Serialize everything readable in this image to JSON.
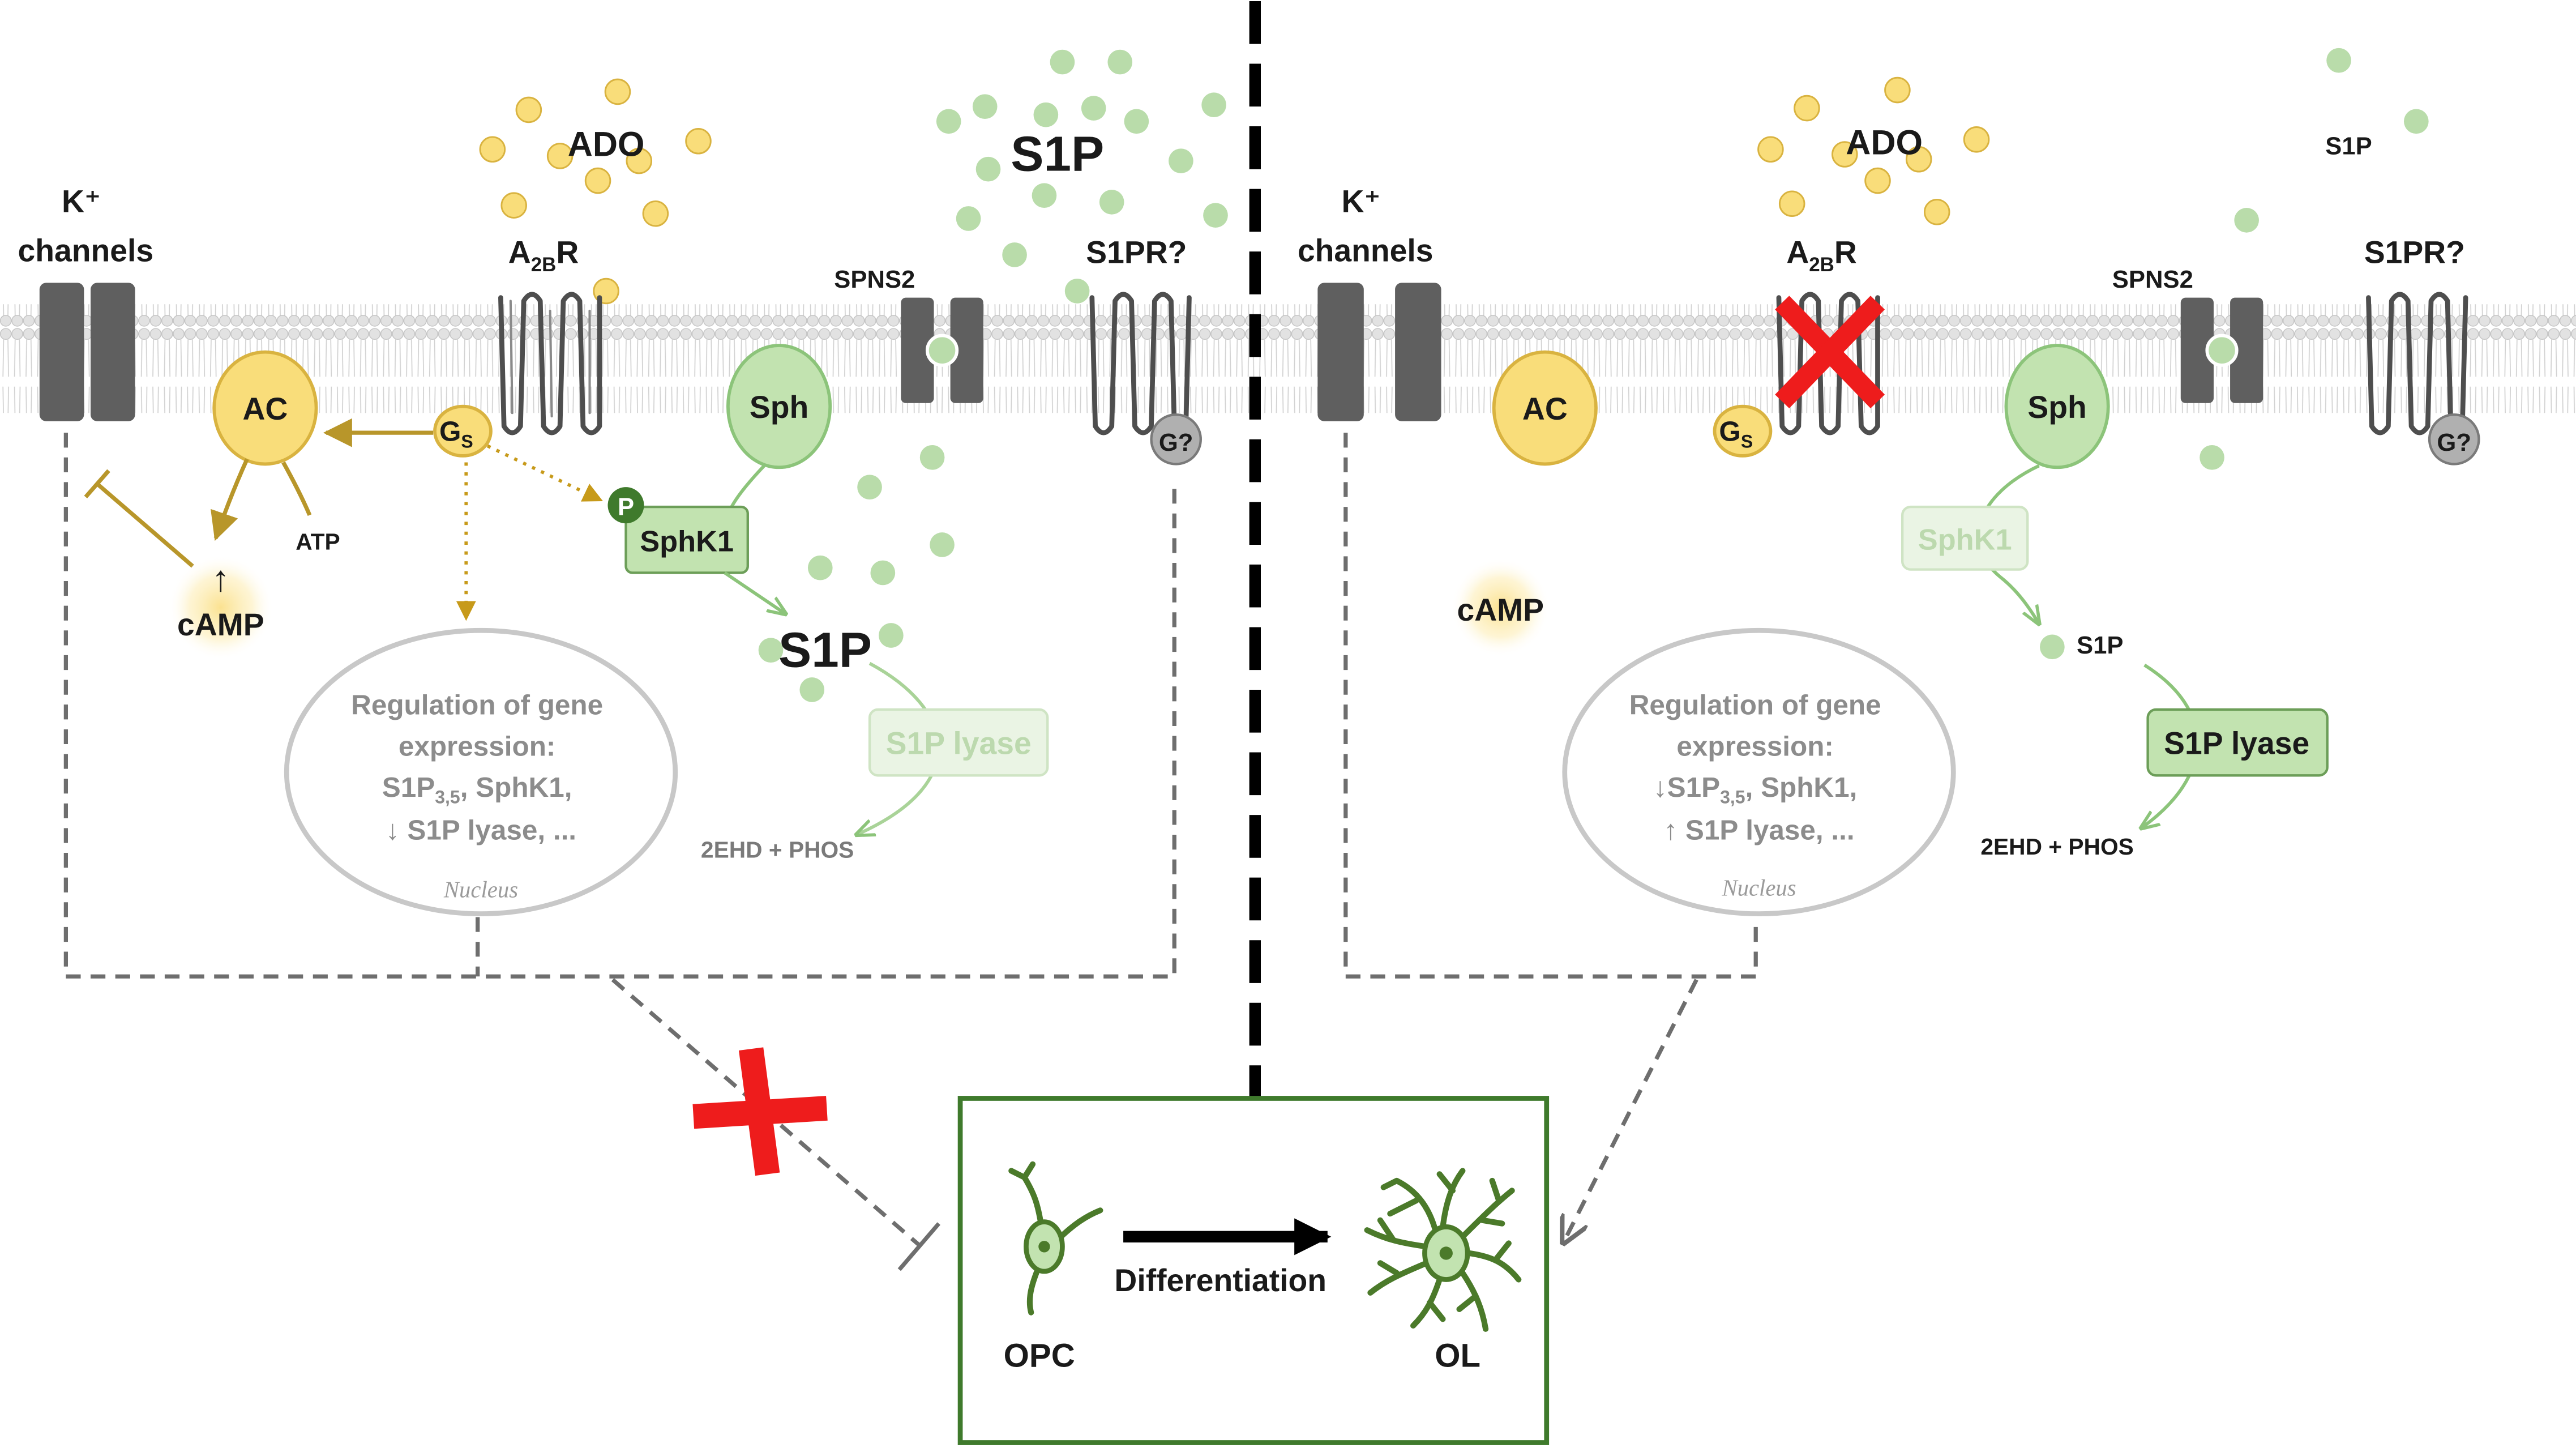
{
  "colors": {
    "ado": "#f9dd7a",
    "ado_stroke": "#d9b340",
    "s1p": "#b9dcaa",
    "enzyme": "#c2e3b0",
    "enzyme_stroke": "#6c9e58",
    "channel": "#5f5f5f",
    "gold_arrow": "#b8962a",
    "green_arrow": "#8cc47a",
    "dashed": "#6e6e6e",
    "block": "#ee1c1c",
    "box": "#3f7a2c",
    "cell": "#4b7a2a"
  },
  "left": {
    "k_channels": {
      "line1": "K⁺",
      "line2": "channels"
    },
    "ado": "ADO",
    "receptor": {
      "pre": "A",
      "sub": "2B",
      "post": "R"
    },
    "s1p_top": "S1P",
    "spns2": "SPNS2",
    "s1pr": "S1PR?",
    "ac": "AC",
    "gs": {
      "main": "G",
      "sub": "S"
    },
    "gq": "G?",
    "atp": "ATP",
    "camp": {
      "arrow": "↑",
      "label": "cAMP"
    },
    "sph": "Sph",
    "p": "P",
    "sphk1": "SphK1",
    "s1p_mid": "S1P",
    "s1p_lyase": "S1P lyase",
    "products": "2EHD + PHOS",
    "nucleus": {
      "line1": "Regulation of gene",
      "line2": "expression:",
      "line3a": "S1P",
      "line3sub": "3,5",
      "line3b": ", SphK1,",
      "line4": "↓ S1P lyase, ...",
      "caption": "Nucleus"
    }
  },
  "right": {
    "k_channels": {
      "line1": "K⁺",
      "line2": "channels"
    },
    "ado": "ADO",
    "receptor": {
      "pre": "A",
      "sub": "2B",
      "post": "R"
    },
    "s1p_top": "S1P",
    "spns2": "SPNS2",
    "s1pr": "S1PR?",
    "ac": "AC",
    "gs": {
      "main": "G",
      "sub": "S"
    },
    "gq": "G?",
    "sph": "Sph",
    "sphk1": "SphK1",
    "camp": "cAMP",
    "s1p_mid": "S1P",
    "s1p_lyase": "S1P lyase",
    "products": "2EHD + PHOS",
    "nucleus": {
      "line1": "Regulation of gene",
      "line2": "expression:",
      "line3a": "↓S1P",
      "line3sub": "3,5",
      "line3b": ", SphK1,",
      "line4": "↑ S1P lyase, ...",
      "caption": "Nucleus"
    }
  },
  "bottom": {
    "opc": "OPC",
    "differentiation": "Differentiation",
    "ol": "OL"
  }
}
